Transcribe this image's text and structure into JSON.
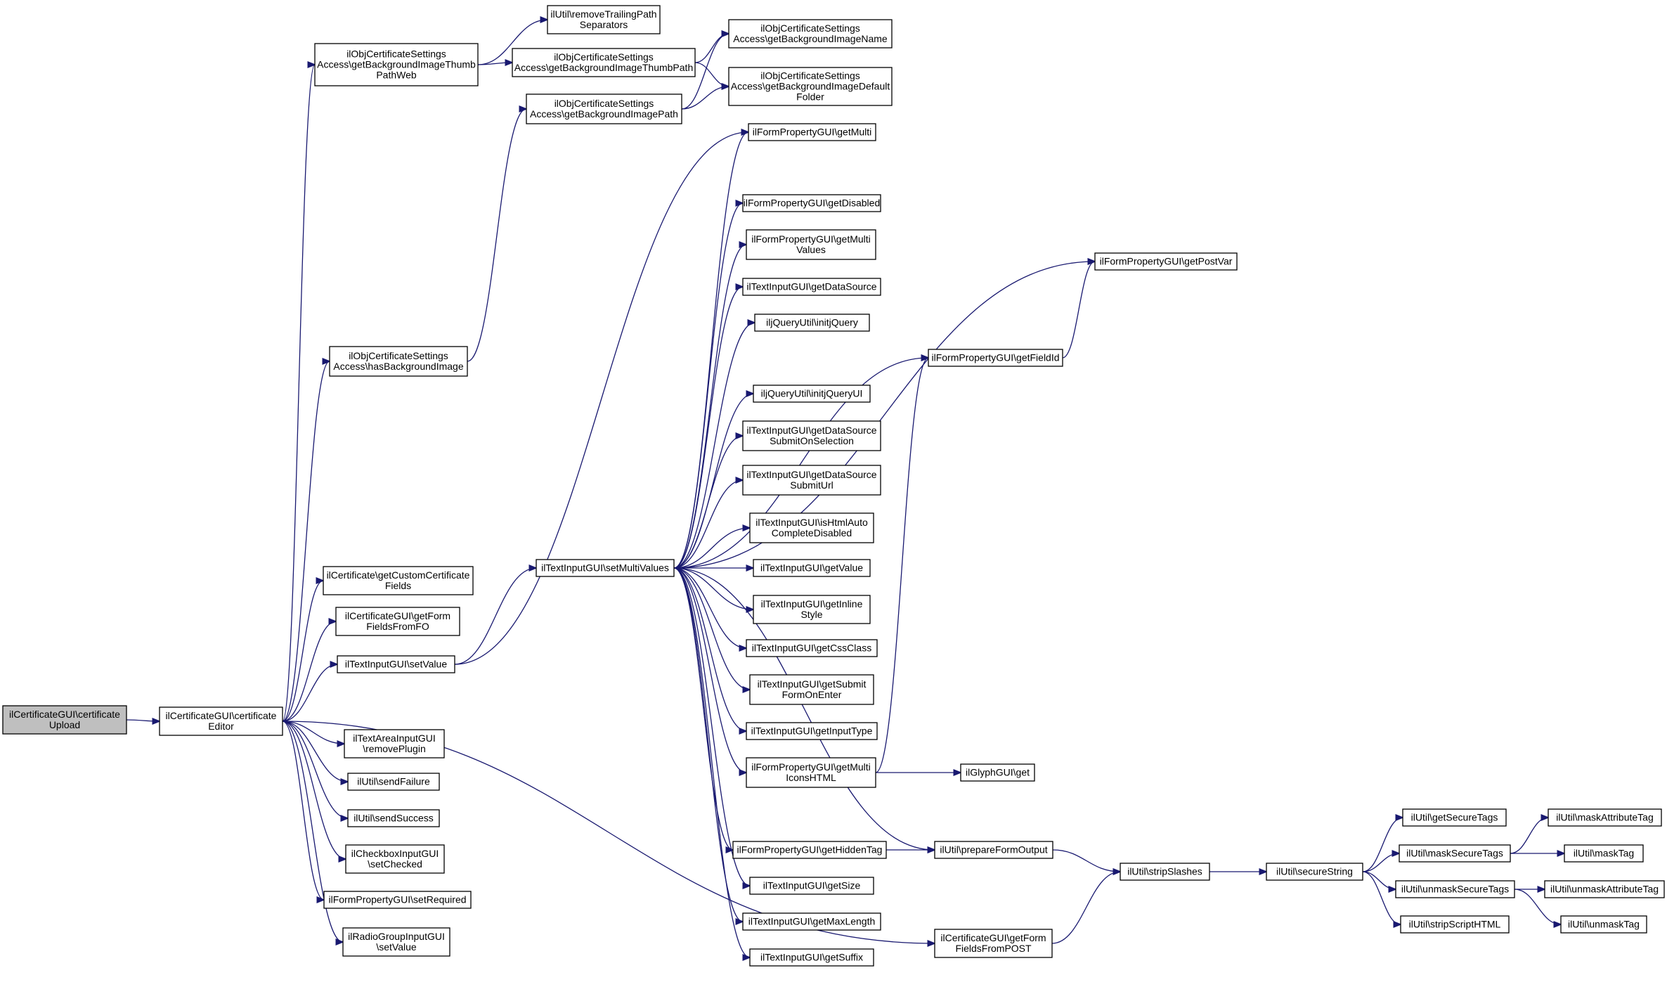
{
  "root": "ilCertificateGUI::certificateUpload",
  "nodes": [
    {
      "id": "certUpload",
      "lines": [
        "ilCertificateGUI\\certificate",
        "Upload"
      ],
      "root": true
    },
    {
      "id": "certEditor",
      "lines": [
        "ilCertificateGUI\\certificate",
        "Editor"
      ]
    },
    {
      "id": "thumbWeb",
      "lines": [
        "ilObjCertificateSettings",
        "Access\\getBackgroundImageThumb",
        "PathWeb"
      ]
    },
    {
      "id": "removeTrailing",
      "lines": [
        "ilUtil\\removeTrailingPath",
        "Separators"
      ]
    },
    {
      "id": "thumbPath",
      "lines": [
        "ilObjCertificateSettings",
        "Access\\getBackgroundImageThumbPath"
      ]
    },
    {
      "id": "bgName",
      "lines": [
        "ilObjCertificateSettings",
        "Access\\getBackgroundImageName"
      ]
    },
    {
      "id": "bgDefault",
      "lines": [
        "ilObjCertificateSettings",
        "Access\\getBackgroundImageDefault",
        "Folder"
      ]
    },
    {
      "id": "bgPath",
      "lines": [
        "ilObjCertificateSettings",
        "Access\\getBackgroundImagePath"
      ]
    },
    {
      "id": "hasBg",
      "lines": [
        "ilObjCertificateSettings",
        "Access\\hasBackgroundImage"
      ]
    },
    {
      "id": "customFields",
      "lines": [
        "ilCertificate\\getCustomCertificate",
        "Fields"
      ]
    },
    {
      "id": "formFieldsFO",
      "lines": [
        "ilCertificateGUI\\getForm",
        "FieldsFromFO"
      ]
    },
    {
      "id": "setValue",
      "lines": [
        "ilTextInputGUI\\setValue"
      ]
    },
    {
      "id": "removePlugin",
      "lines": [
        "ilTextAreaInputGUI",
        "\\removePlugin"
      ]
    },
    {
      "id": "sendFailure",
      "lines": [
        "ilUtil\\sendFailure"
      ]
    },
    {
      "id": "sendSuccess",
      "lines": [
        "ilUtil\\sendSuccess"
      ]
    },
    {
      "id": "setChecked",
      "lines": [
        "ilCheckboxInputGUI",
        "\\setChecked"
      ]
    },
    {
      "id": "setRequired",
      "lines": [
        "ilFormPropertyGUI\\setRequired"
      ]
    },
    {
      "id": "radioSetValue",
      "lines": [
        "ilRadioGroupInputGUI",
        "\\setValue"
      ]
    },
    {
      "id": "setMultiValues",
      "lines": [
        "ilTextInputGUI\\setMultiValues"
      ]
    },
    {
      "id": "getMulti",
      "lines": [
        "ilFormPropertyGUI\\getMulti"
      ]
    },
    {
      "id": "getDisabled",
      "lines": [
        "ilFormPropertyGUI\\getDisabled"
      ]
    },
    {
      "id": "getMultiValues",
      "lines": [
        "ilFormPropertyGUI\\getMulti",
        "Values"
      ]
    },
    {
      "id": "getDataSource",
      "lines": [
        "ilTextInputGUI\\getDataSource"
      ]
    },
    {
      "id": "initjQuery",
      "lines": [
        "iljQueryUtil\\initjQuery"
      ]
    },
    {
      "id": "initjQueryUI",
      "lines": [
        "iljQueryUtil\\initjQueryUI"
      ]
    },
    {
      "id": "dsSubmitOnSel",
      "lines": [
        "ilTextInputGUI\\getDataSource",
        "SubmitOnSelection"
      ]
    },
    {
      "id": "dsSubmitUrl",
      "lines": [
        "ilTextInputGUI\\getDataSource",
        "SubmitUrl"
      ]
    },
    {
      "id": "isHtmlAuto",
      "lines": [
        "ilTextInputGUI\\isHtmlAuto",
        "CompleteDisabled"
      ]
    },
    {
      "id": "getValue",
      "lines": [
        "ilTextInputGUI\\getValue"
      ]
    },
    {
      "id": "getInlineStyle",
      "lines": [
        "ilTextInputGUI\\getInline",
        "Style"
      ]
    },
    {
      "id": "getCssClass",
      "lines": [
        "ilTextInputGUI\\getCssClass"
      ]
    },
    {
      "id": "getSubmitForm",
      "lines": [
        "ilTextInputGUI\\getSubmit",
        "FormOnEnter"
      ]
    },
    {
      "id": "getInputType",
      "lines": [
        "ilTextInputGUI\\getInputType"
      ]
    },
    {
      "id": "getMultiIcons",
      "lines": [
        "ilFormPropertyGUI\\getMulti",
        "IconsHTML"
      ]
    },
    {
      "id": "getHiddenTag",
      "lines": [
        "ilFormPropertyGUI\\getHiddenTag"
      ]
    },
    {
      "id": "getSize",
      "lines": [
        "ilTextInputGUI\\getSize"
      ]
    },
    {
      "id": "getMaxLength",
      "lines": [
        "ilTextInputGUI\\getMaxLength"
      ]
    },
    {
      "id": "getSuffix",
      "lines": [
        "ilTextInputGUI\\getSuffix"
      ]
    },
    {
      "id": "getPostVar",
      "lines": [
        "ilFormPropertyGUI\\getPostVar"
      ]
    },
    {
      "id": "getFieldId",
      "lines": [
        "ilFormPropertyGUI\\getFieldId"
      ]
    },
    {
      "id": "glyphGet",
      "lines": [
        "ilGlyphGUI\\get"
      ]
    },
    {
      "id": "prepareForm",
      "lines": [
        "ilUtil\\prepareFormOutput"
      ]
    },
    {
      "id": "formFieldsPOST",
      "lines": [
        "ilCertificateGUI\\getForm",
        "FieldsFromPOST"
      ]
    },
    {
      "id": "stripSlashes",
      "lines": [
        "ilUtil\\stripSlashes"
      ]
    },
    {
      "id": "secureString",
      "lines": [
        "ilUtil\\secureString"
      ]
    },
    {
      "id": "getSecureTags",
      "lines": [
        "ilUtil\\getSecureTags"
      ]
    },
    {
      "id": "maskSecureTags",
      "lines": [
        "ilUtil\\maskSecureTags"
      ]
    },
    {
      "id": "unmaskSecureTags",
      "lines": [
        "ilUtil\\unmaskSecureTags"
      ]
    },
    {
      "id": "stripScriptHTML",
      "lines": [
        "ilUtil\\stripScriptHTML"
      ]
    },
    {
      "id": "maskAttributeTag",
      "lines": [
        "ilUtil\\maskAttributeTag"
      ]
    },
    {
      "id": "maskTag",
      "lines": [
        "ilUtil\\maskTag"
      ]
    },
    {
      "id": "unmaskAttributeTag",
      "lines": [
        "ilUtil\\unmaskAttributeTag"
      ]
    },
    {
      "id": "unmaskTag",
      "lines": [
        "ilUtil\\unmaskTag"
      ]
    }
  ],
  "edges": [
    [
      "certUpload",
      "certEditor"
    ],
    [
      "certEditor",
      "thumbWeb"
    ],
    [
      "certEditor",
      "hasBg"
    ],
    [
      "certEditor",
      "customFields"
    ],
    [
      "certEditor",
      "formFieldsFO"
    ],
    [
      "certEditor",
      "setValue"
    ],
    [
      "certEditor",
      "removePlugin"
    ],
    [
      "certEditor",
      "sendFailure"
    ],
    [
      "certEditor",
      "sendSuccess"
    ],
    [
      "certEditor",
      "setChecked"
    ],
    [
      "certEditor",
      "setRequired"
    ],
    [
      "certEditor",
      "radioSetValue"
    ],
    [
      "certEditor",
      "formFieldsPOST"
    ],
    [
      "thumbWeb",
      "removeTrailing"
    ],
    [
      "thumbWeb",
      "thumbPath"
    ],
    [
      "thumbPath",
      "bgName"
    ],
    [
      "thumbPath",
      "bgDefault"
    ],
    [
      "bgPath",
      "bgName"
    ],
    [
      "bgPath",
      "bgDefault"
    ],
    [
      "hasBg",
      "bgPath"
    ],
    [
      "setValue",
      "setMultiValues"
    ],
    [
      "setValue",
      "getMulti"
    ],
    [
      "setMultiValues",
      "getMulti"
    ],
    [
      "setMultiValues",
      "getPostVar"
    ],
    [
      "setMultiValues",
      "getDisabled"
    ],
    [
      "setMultiValues",
      "getMultiValues"
    ],
    [
      "setMultiValues",
      "getDataSource"
    ],
    [
      "setMultiValues",
      "initjQuery"
    ],
    [
      "setMultiValues",
      "getFieldId"
    ],
    [
      "setMultiValues",
      "initjQueryUI"
    ],
    [
      "setMultiValues",
      "dsSubmitOnSel"
    ],
    [
      "setMultiValues",
      "dsSubmitUrl"
    ],
    [
      "setMultiValues",
      "isHtmlAuto"
    ],
    [
      "setMultiValues",
      "getValue"
    ],
    [
      "setMultiValues",
      "getInlineStyle"
    ],
    [
      "setMultiValues",
      "getCssClass"
    ],
    [
      "setMultiValues",
      "getSubmitForm"
    ],
    [
      "setMultiValues",
      "getInputType"
    ],
    [
      "setMultiValues",
      "getMultiIcons"
    ],
    [
      "setMultiValues",
      "prepareForm"
    ],
    [
      "setMultiValues",
      "getHiddenTag"
    ],
    [
      "setMultiValues",
      "getSize"
    ],
    [
      "setMultiValues",
      "getMaxLength"
    ],
    [
      "setMultiValues",
      "getSuffix"
    ],
    [
      "getFieldId",
      "getPostVar"
    ],
    [
      "getMultiIcons",
      "getFieldId"
    ],
    [
      "getMultiIcons",
      "glyphGet"
    ],
    [
      "getHiddenTag",
      "prepareForm"
    ],
    [
      "prepareForm",
      "stripSlashes"
    ],
    [
      "formFieldsPOST",
      "stripSlashes"
    ],
    [
      "stripSlashes",
      "secureString"
    ],
    [
      "secureString",
      "getSecureTags"
    ],
    [
      "secureString",
      "maskSecureTags"
    ],
    [
      "secureString",
      "unmaskSecureTags"
    ],
    [
      "secureString",
      "stripScriptHTML"
    ],
    [
      "maskSecureTags",
      "maskAttributeTag"
    ],
    [
      "maskSecureTags",
      "maskTag"
    ],
    [
      "unmaskSecureTags",
      "unmaskAttributeTag"
    ],
    [
      "unmaskSecureTags",
      "unmaskTag"
    ]
  ]
}
